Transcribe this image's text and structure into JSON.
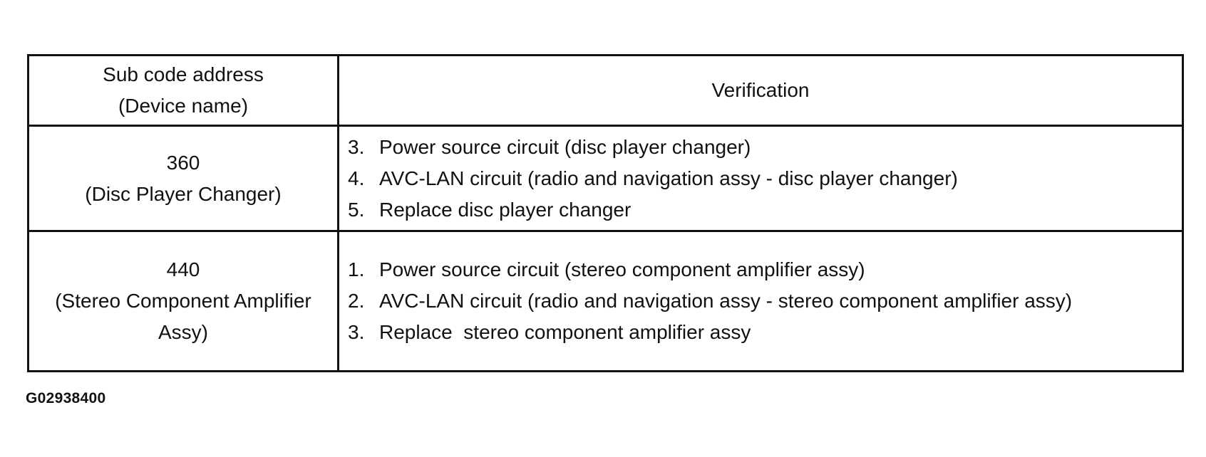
{
  "table": {
    "header": {
      "col1_line1": "Sub code address",
      "col1_line2": "(Device name)",
      "col2": "Verification"
    },
    "rows": [
      {
        "address_line1": "360",
        "address_line2": "(Disc Player Changer)",
        "steps": [
          {
            "num": "3.",
            "text": "Power source circuit (disc player changer)"
          },
          {
            "num": "4.",
            "text": "AVC-LAN circuit (radio and navigation assy - disc player changer)"
          },
          {
            "num": "5.",
            "text": "Replace disc player changer"
          }
        ]
      },
      {
        "address_line1": "440",
        "address_line2": "(Stereo Component Amplifier",
        "address_line3": "Assy)",
        "steps": [
          {
            "num": "1.",
            "text": "Power source circuit (stereo component amplifier assy)"
          },
          {
            "num": "2.",
            "text": "AVC-LAN circuit (radio and navigation assy - stereo component amplifier assy)"
          },
          {
            "num": "3.",
            "text": "Replace  stereo component amplifier assy"
          }
        ]
      }
    ]
  },
  "figure_id": "G02938400"
}
